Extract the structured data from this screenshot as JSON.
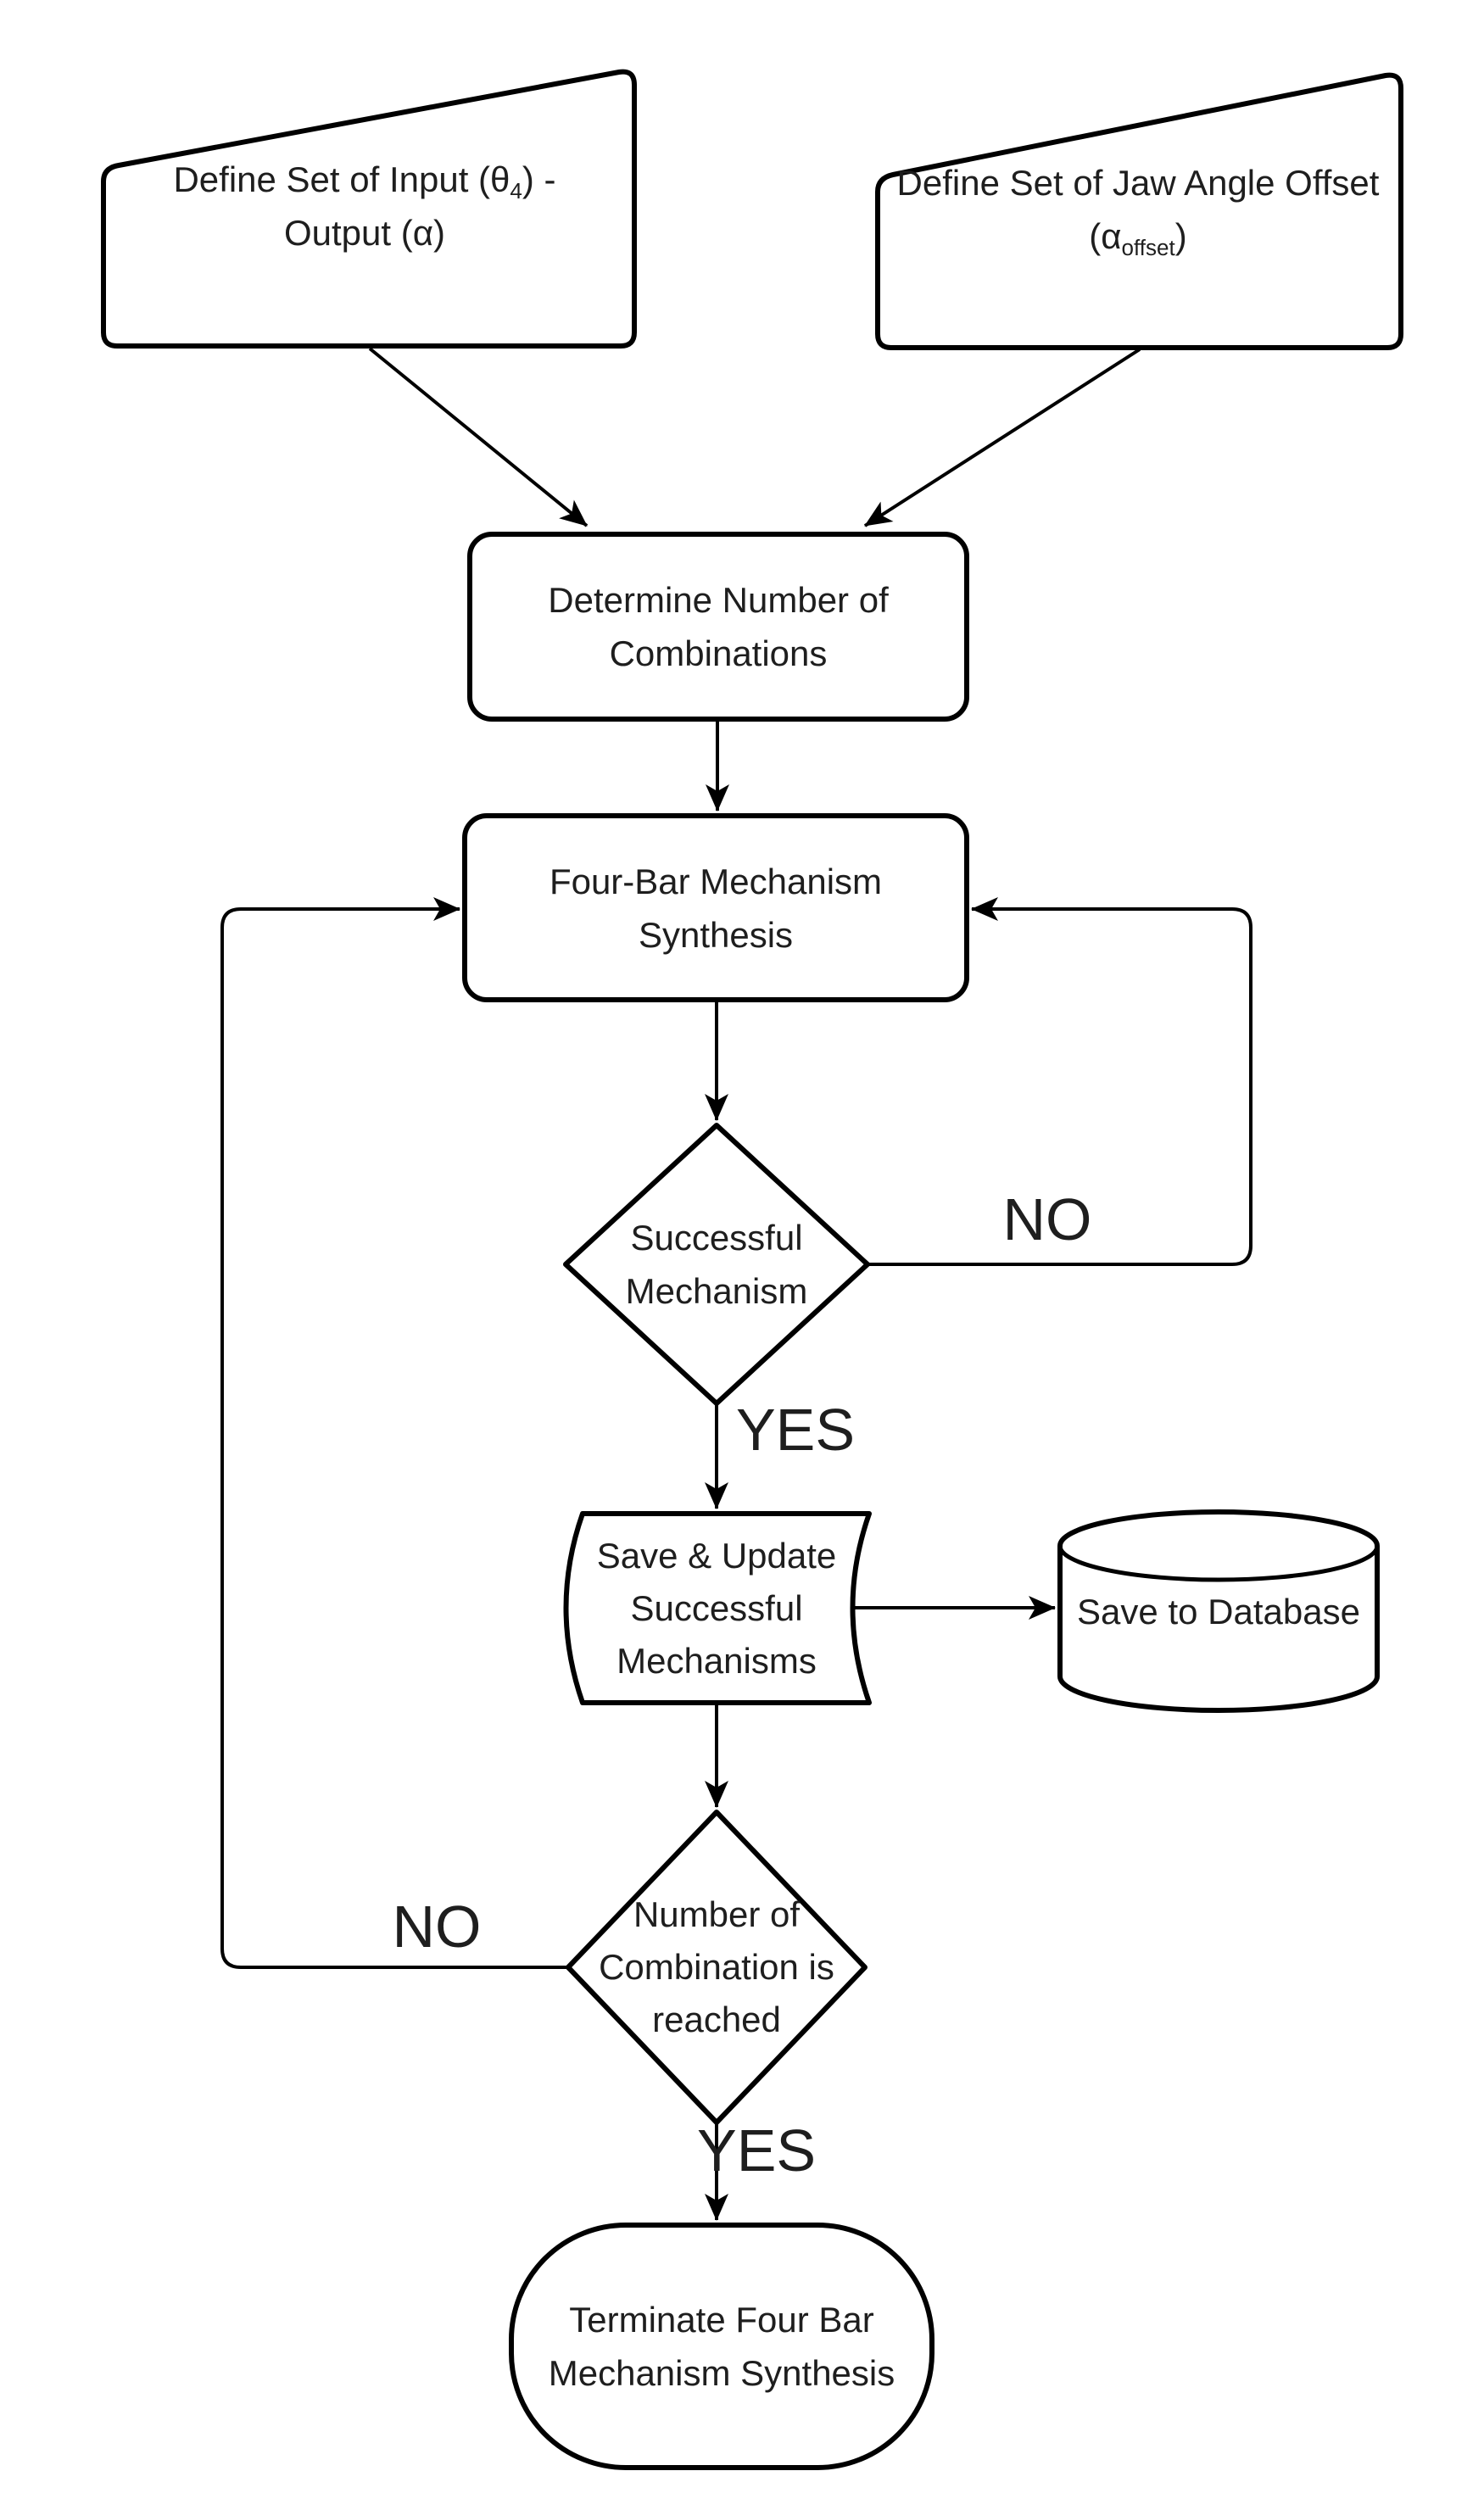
{
  "colors": {
    "stroke": "#000000",
    "text": "#1e1e1e",
    "background": "#ffffff"
  },
  "nodes": {
    "define_input_output": {
      "shape": "manual-input",
      "line1_pre": "Define Set of Input (θ",
      "line1_sub": "4",
      "line1_post": ") -",
      "line2": "Output (α)"
    },
    "define_jaw_offset": {
      "shape": "manual-input",
      "line1": "Define Set of Jaw Angle Offset",
      "line2_pre": "(α",
      "line2_sub": "offset",
      "line2_post": ")"
    },
    "determine_combinations": {
      "shape": "process",
      "line1": "Determine Number of",
      "line2": "Combinations"
    },
    "fourbar_synthesis": {
      "shape": "process",
      "line1": "Four-Bar Mechanism",
      "line2": "Synthesis"
    },
    "successful_mechanism": {
      "shape": "decision",
      "line1": "Successful",
      "line2": "Mechanism"
    },
    "save_update": {
      "shape": "stored-data",
      "line1": "Save & Update",
      "line2": "Successful",
      "line3": "Mechanisms"
    },
    "save_to_database": {
      "shape": "database-cylinder",
      "line1": "Save to Database"
    },
    "combination_reached": {
      "shape": "decision",
      "line1": "Number of",
      "line2": "Combination is",
      "line3": "reached"
    },
    "terminate": {
      "shape": "terminator",
      "line1": "Terminate Four Bar",
      "line2": "Mechanism Synthesis"
    }
  },
  "edge_labels": {
    "successful_no": "NO",
    "successful_yes": "YES",
    "reached_no": "NO",
    "reached_yes": "YES"
  },
  "edges": [
    {
      "from": "define_input_output",
      "to": "determine_combinations",
      "label": ""
    },
    {
      "from": "define_jaw_offset",
      "to": "determine_combinations",
      "label": ""
    },
    {
      "from": "determine_combinations",
      "to": "fourbar_synthesis",
      "label": ""
    },
    {
      "from": "fourbar_synthesis",
      "to": "successful_mechanism",
      "label": ""
    },
    {
      "from": "successful_mechanism",
      "to": "fourbar_synthesis",
      "label": "NO"
    },
    {
      "from": "successful_mechanism",
      "to": "save_update",
      "label": "YES"
    },
    {
      "from": "save_update",
      "to": "save_to_database",
      "label": ""
    },
    {
      "from": "save_update",
      "to": "combination_reached",
      "label": ""
    },
    {
      "from": "combination_reached",
      "to": "fourbar_synthesis",
      "label": "NO"
    },
    {
      "from": "combination_reached",
      "to": "terminate",
      "label": "YES"
    }
  ]
}
